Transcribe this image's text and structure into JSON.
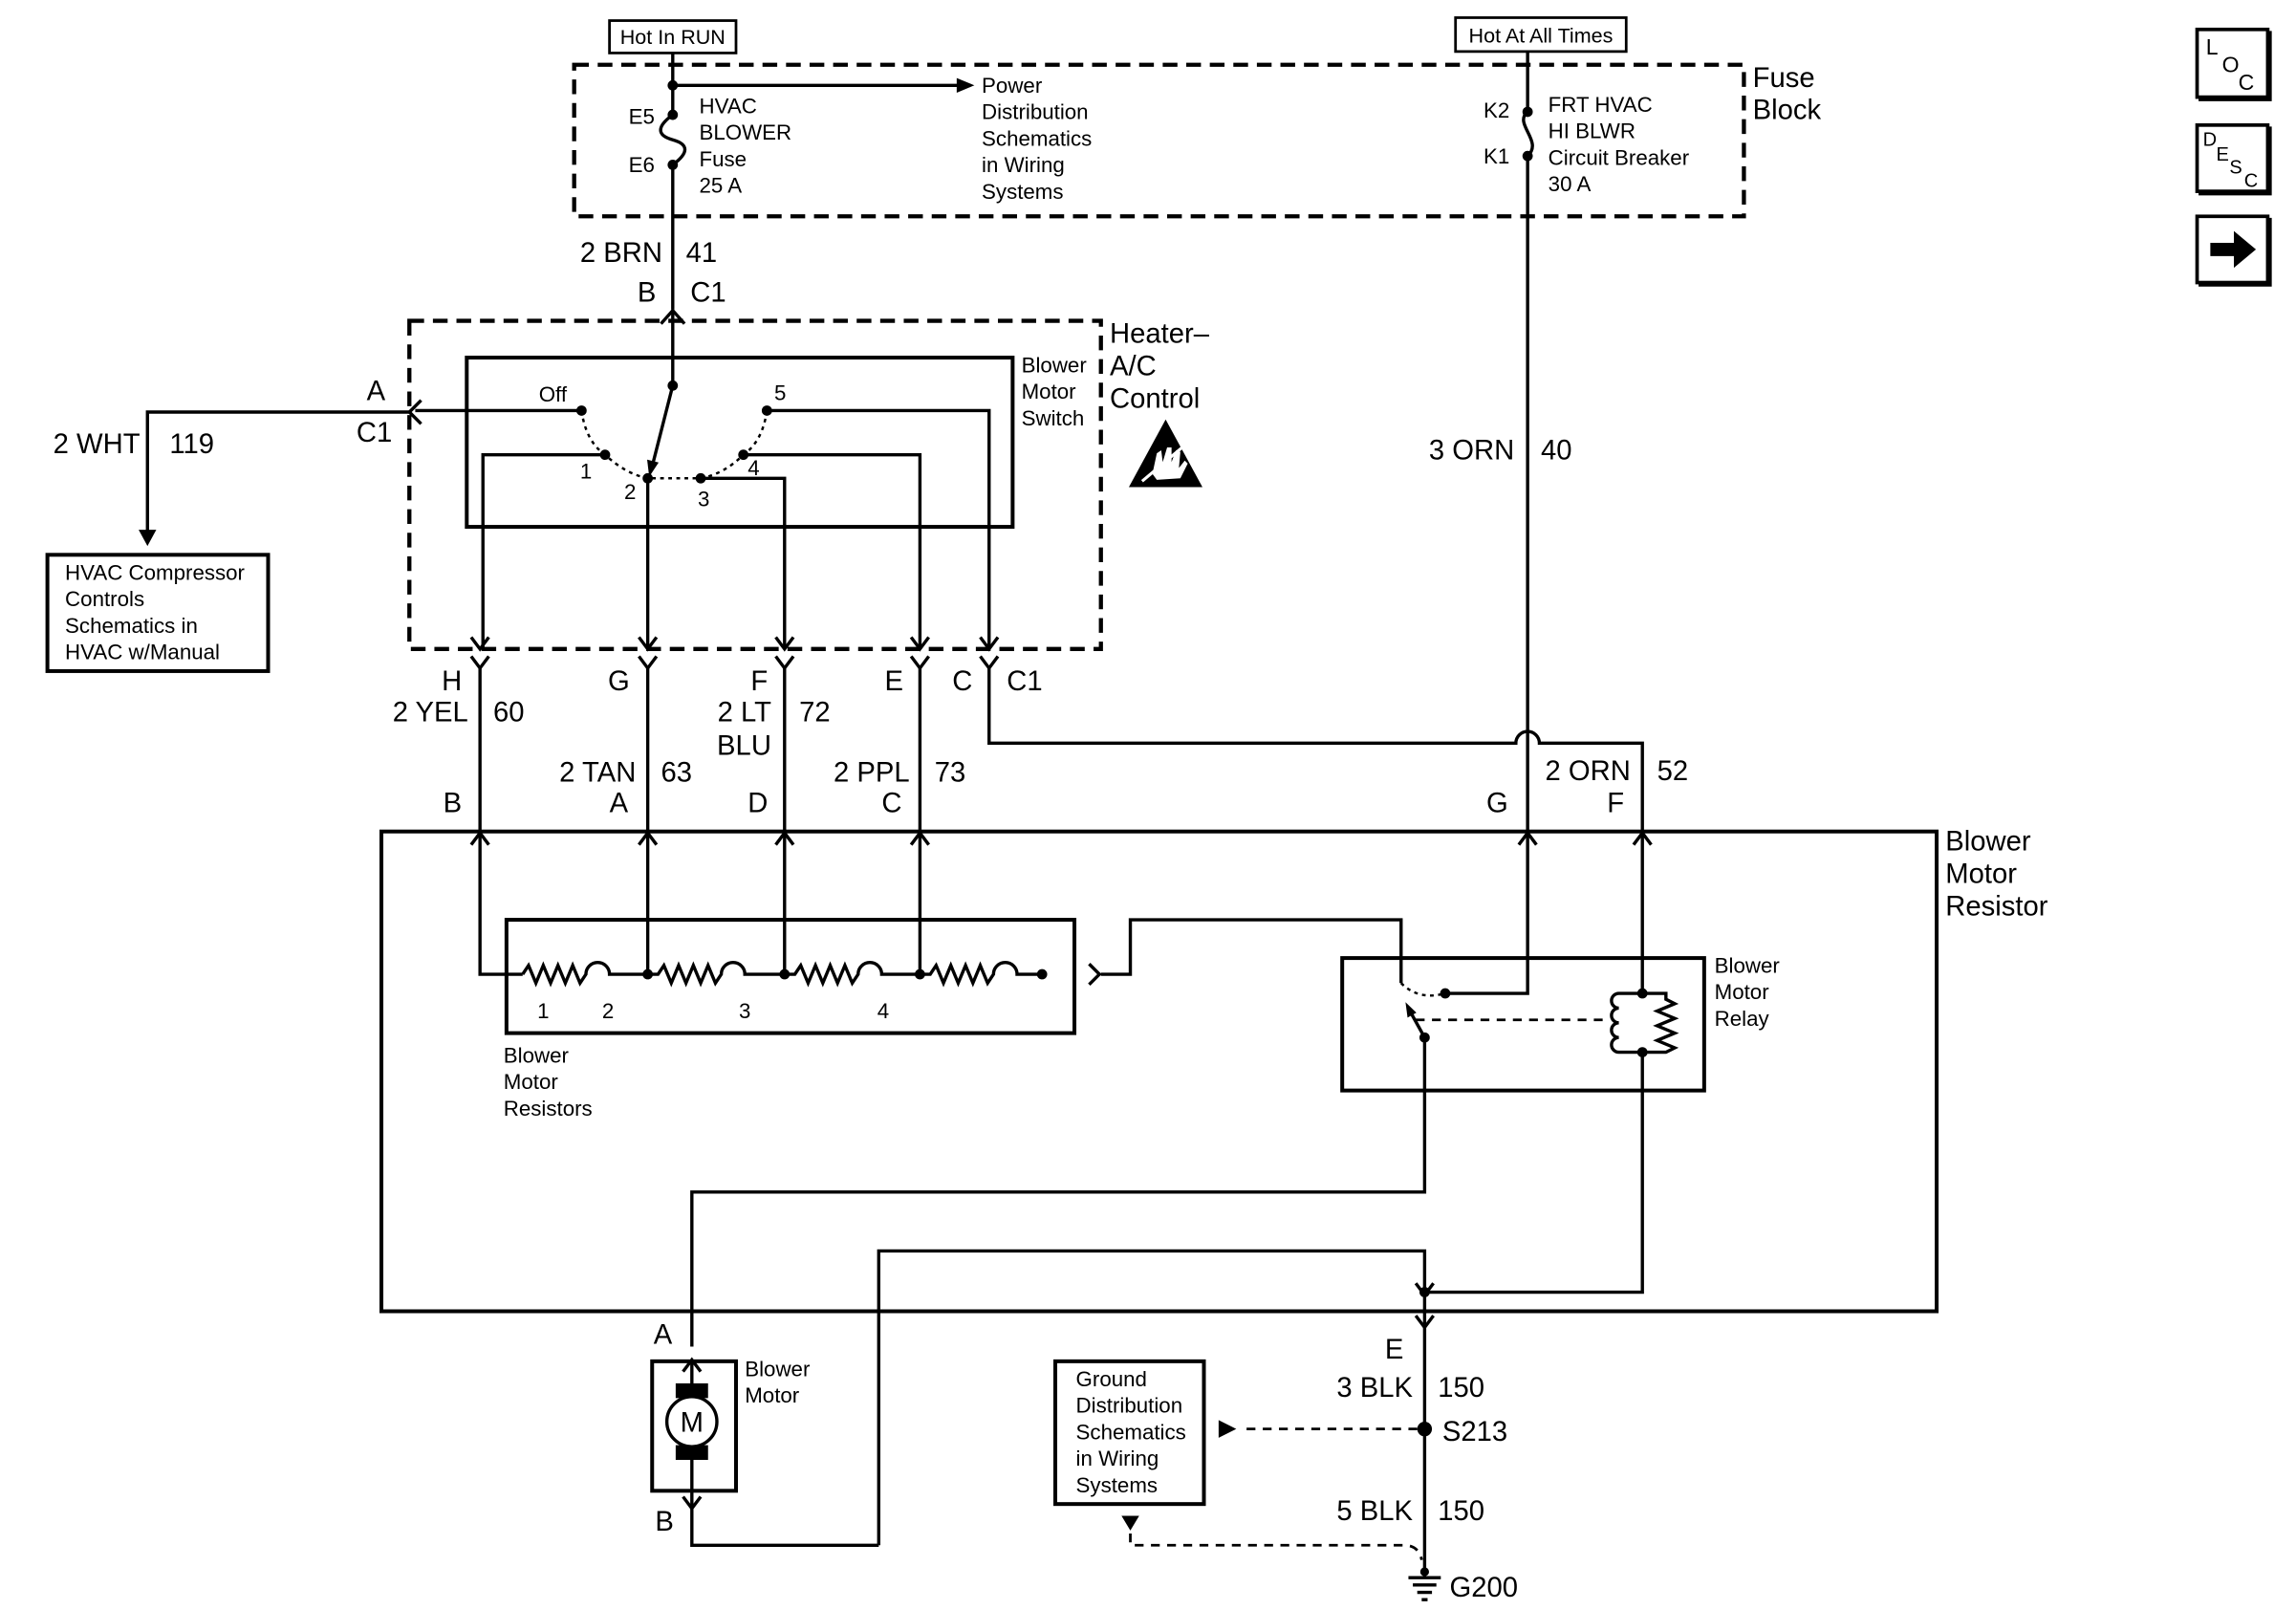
{
  "diagram": {
    "power_labels": {
      "hot_in_run": "Hot In RUN",
      "hot_at_all_times": "Hot At All Times"
    },
    "fuse_block": {
      "title": [
        "Fuse",
        "Block"
      ],
      "fuse": {
        "terminals": [
          "E5",
          "E6"
        ],
        "lines": [
          "HVAC",
          "BLOWER",
          "Fuse",
          "25 A"
        ]
      },
      "breaker": {
        "terminals": [
          "K2",
          "K1"
        ],
        "lines": [
          "FRT HVAC",
          "HI BLWR",
          "Circuit Breaker",
          "30 A"
        ]
      },
      "power_reference": [
        "Power",
        "Distribution",
        "Schematics",
        "in Wiring",
        "Systems"
      ]
    },
    "circuits": {
      "c41": {
        "wire": "2 BRN",
        "number": "41"
      },
      "c119": {
        "wire": "2 WHT",
        "number": "119"
      },
      "c40": {
        "wire": "3 ORN",
        "number": "40"
      },
      "c60": {
        "wire": "2 YEL",
        "number": "60"
      },
      "c63": {
        "wire": "2 TAN",
        "number": "63"
      },
      "c72": {
        "wire": [
          "2 LT",
          "BLU"
        ],
        "number": "72"
      },
      "c73": {
        "wire": "2 PPL",
        "number": "73"
      },
      "c52": {
        "wire": "2 ORN",
        "number": "52"
      },
      "c150_upper": {
        "wire": "3 BLK",
        "number": "150"
      },
      "c150_lower": {
        "wire": "5 BLK",
        "number": "150"
      }
    },
    "heater_ac_control": {
      "title": [
        "Heater–",
        "A/C",
        "Control"
      ],
      "connector": "C1",
      "input_pin": "B",
      "off_pin": "A",
      "output_pins": [
        "H",
        "G",
        "F",
        "E",
        "C"
      ],
      "switch": {
        "title": [
          "Blower",
          "Motor",
          "Switch"
        ],
        "positions": [
          "Off",
          "5",
          "1",
          "2",
          "3",
          "4"
        ]
      }
    },
    "hvac_compressor_ref": [
      "HVAC Compressor",
      "Controls",
      "Schematics in",
      "HVAC w/Manual"
    ],
    "blower_motor_resistor": {
      "title": [
        "Blower",
        "Motor",
        "Resistor"
      ],
      "input_pins": [
        "B",
        "A",
        "D",
        "C"
      ],
      "relay_pins": [
        "G",
        "F"
      ],
      "ground_pin": "E",
      "resistors": {
        "title": [
          "Blower",
          "Motor",
          "Resistors"
        ],
        "steps": [
          "1",
          "2",
          "3",
          "4"
        ]
      },
      "relay": {
        "title": [
          "Blower",
          "Motor",
          "Relay"
        ]
      }
    },
    "blower_motor": {
      "title": [
        "Blower",
        "Motor"
      ],
      "symbol": "M",
      "pins": [
        "A",
        "B"
      ]
    },
    "ground": {
      "splice": "S213",
      "ground_point": "G200",
      "reference": [
        "Ground",
        "Distribution",
        "Schematics",
        "in Wiring",
        "Systems"
      ]
    }
  },
  "nav": {
    "loc": [
      "L",
      "O",
      "C"
    ],
    "desc": [
      "D",
      "E",
      "S",
      "C"
    ],
    "next_icon": "arrow-right-icon"
  }
}
